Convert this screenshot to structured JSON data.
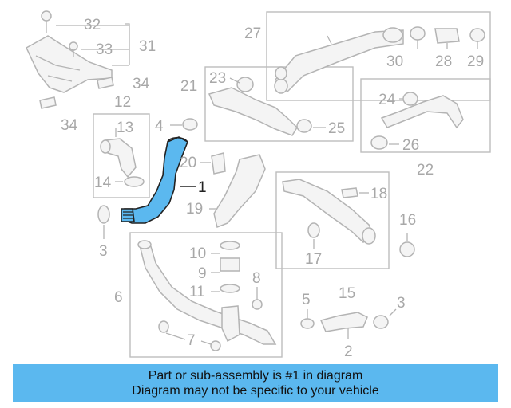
{
  "callouts": {
    "c1": "1",
    "c2": "2",
    "c3a": "3",
    "c3b": "3",
    "c4": "4",
    "c5": "5",
    "c6": "6",
    "c7": "7",
    "c8": "8",
    "c9": "9",
    "c10": "10",
    "c11": "11",
    "c12": "12",
    "c13": "13",
    "c14": "14",
    "c15": "15",
    "c16": "16",
    "c17": "17",
    "c18": "18",
    "c19": "19",
    "c20": "20",
    "c21": "21",
    "c22": "22",
    "c23": "23",
    "c24": "24",
    "c25": "25",
    "c26": "26",
    "c27": "27",
    "c28": "28",
    "c29": "29",
    "c30": "30",
    "c31": "31",
    "c32": "32",
    "c33": "33",
    "c34a": "34",
    "c34b": "34"
  },
  "colors": {
    "highlight_part": "#5bb8ef",
    "banner_bg": "#5bb8ef",
    "diagram_gray": "#b4b4b4"
  },
  "banner": {
    "line1": "Part or sub-assembly is #1 in diagram",
    "line2": "Diagram may not be specific to your vehicle"
  }
}
